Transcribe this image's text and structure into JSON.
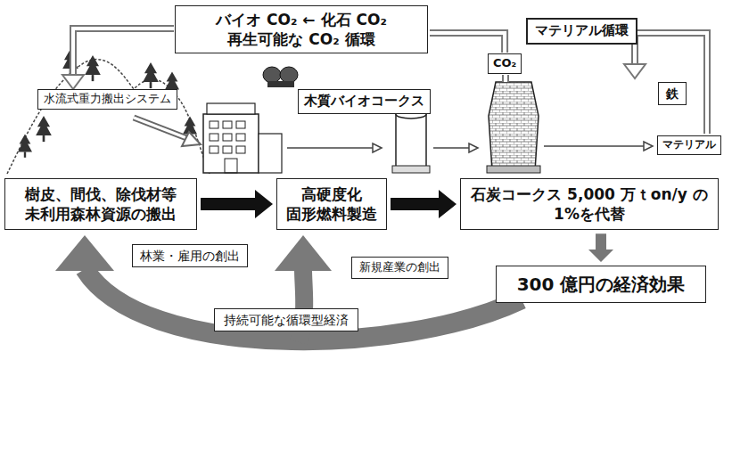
{
  "diagram": {
    "nodes": [
      {
        "text": [
          "バイオ CO₂ ← 化石 CO₂",
          "再生可能な CO₂ 循環"
        ]
      },
      {
        "text": [
          "マテリアル循環"
        ]
      },
      {
        "text": [
          "CO₂"
        ]
      },
      {
        "text": [
          "鉄"
        ]
      },
      {
        "text": [
          "水流式重力搬出システム"
        ]
      },
      {
        "text": [
          "木質バイオコークス"
        ]
      },
      {
        "text": [
          "マテリアル"
        ]
      },
      {
        "text": [
          "樹皮、間伐、除伐材等 未利用森林資源の搬出"
        ]
      },
      {
        "text": [
          "高硬度化 固形燃料製造"
        ]
      },
      {
        "text": [
          "石炭コークス 5,000 万ｔon/y の 1%を代替"
        ]
      },
      {
        "text": [
          "林業・雇用の創出"
        ]
      },
      {
        "text": [
          "新規産業の創出"
        ]
      },
      {
        "text": [
          "300 億円の経済効果"
        ]
      },
      {
        "text": [
          "持続可能な循環型経済"
        ]
      }
    ],
    "edges": [
      {
        "from": 7,
        "to": 8,
        "arrow": "to"
      },
      {
        "from": 8,
        "to": 9,
        "arrow": "to"
      },
      {
        "from": 9,
        "to": 12,
        "arrow": "to"
      },
      {
        "from": 2,
        "to": 0,
        "arrow": "none"
      }
    ]
  }
}
